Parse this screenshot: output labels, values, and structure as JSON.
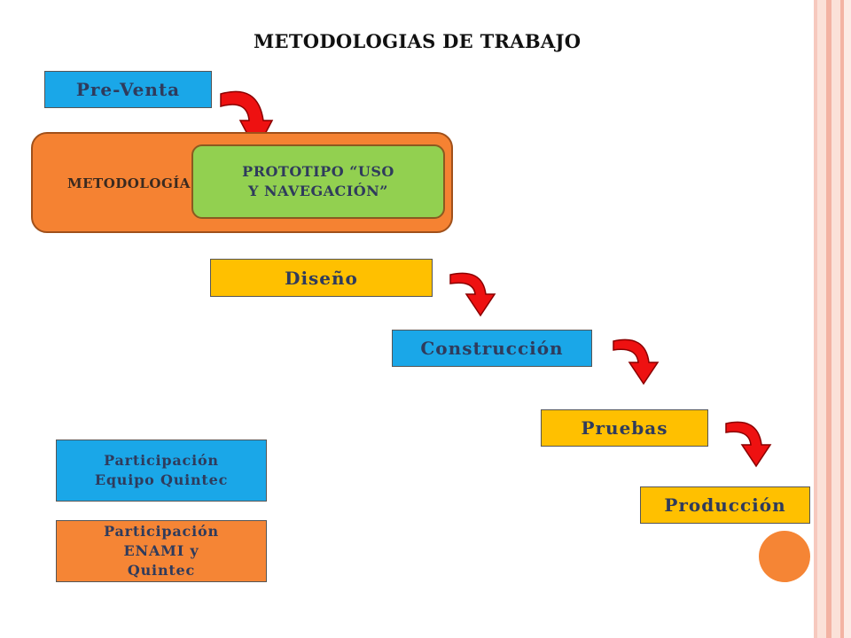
{
  "title": "METODOLOGIAS DE TRABAJO",
  "steps": {
    "preventa": "Pre-Venta",
    "diseno": "Diseño",
    "construccion": "Construcción",
    "pruebas": "Pruebas",
    "produccion": "Producción"
  },
  "metodologia": {
    "label": "METODOLOGÍA",
    "prototipo_line1": "PROTOTIPO  “USO",
    "prototipo_line2": "Y NAVEGACIÓN”"
  },
  "legend": {
    "quintec_line1": "Participación",
    "quintec_line2": "Equipo Quintec",
    "enami_line1": "Participación",
    "enami_line2": "ENAMI y",
    "enami_line3": "Quintec"
  },
  "colors": {
    "blue": "#1aa7e8",
    "yellow": "#ffc000",
    "orange": "#f58535",
    "green": "#92d050",
    "arrow": "#ee1111"
  }
}
